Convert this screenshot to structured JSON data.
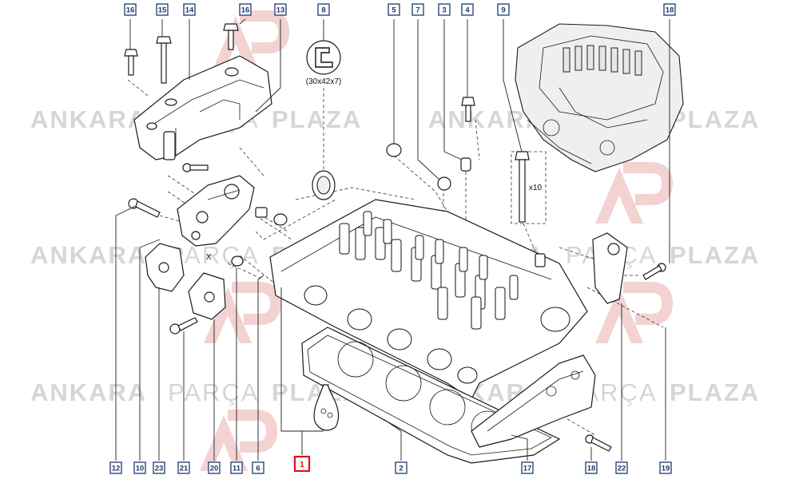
{
  "watermark": {
    "brand_bold_1": "ANKARA",
    "brand_light": "PARÇA",
    "brand_bold_2": "PLAZA",
    "logo_letters": "AP"
  },
  "callouts": {
    "c16a": "16",
    "c15": "15",
    "c14": "14",
    "c16b": "16",
    "c13": "13",
    "c8": "8",
    "c5": "5",
    "c7": "7",
    "c3": "3",
    "c4": "4",
    "c9": "9",
    "c18top": "18",
    "c12": "12",
    "c10": "10",
    "c23": "23",
    "c21": "21",
    "c20": "20",
    "c11": "11",
    "c6": "6",
    "c1": "1",
    "c2": "2",
    "c17": "17",
    "c18bottom": "18",
    "c22": "22",
    "c19": "19"
  },
  "labels": {
    "seal_size": "(30x42x7)",
    "bolt_quantity": "x10",
    "marker_x": "X"
  },
  "colors": {
    "callout_border": "#1e3a6e",
    "highlight": "#e0101a",
    "watermark": "#d6d6d6"
  }
}
